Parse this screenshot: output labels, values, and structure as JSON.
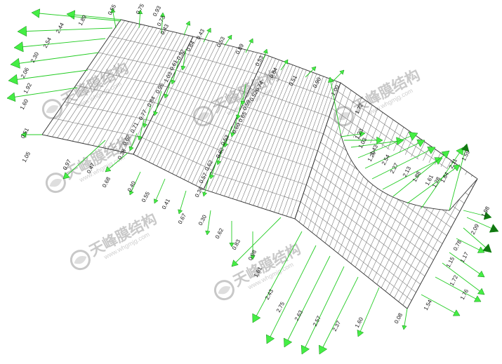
{
  "colors": {
    "background": "#ffffff",
    "mesh_line": "#333333",
    "mesh_grid": "#7a7a7a",
    "reaction_arrow": "#22cc22",
    "arrow_head_light": "#44ee44",
    "arrow_head_dark": "#117711",
    "label_text": "#111111",
    "watermark": "#c8c8c8"
  },
  "watermark": {
    "title": "天峰膜结构",
    "url": "www.whgmjg.com",
    "logo_icon": "globe-icon"
  },
  "force_labels": [
    "1.89",
    "0.55",
    "0.75",
    "0.93",
    "0.73",
    "0.43",
    "0.43",
    "0.53",
    "0.89",
    "0.53",
    "2.44",
    "2.54",
    "2.30",
    "2.06",
    "1.92",
    "1.60",
    "0.51",
    "1.05",
    "0.97",
    "0.47",
    "0.68",
    "0.40",
    "0.55",
    "0.41",
    "0.67",
    "0.36",
    "0.30",
    "0.62",
    "0.83",
    "0.84",
    "0.52",
    "0.61",
    "1.03",
    "0.96",
    "0.84",
    "0.77",
    "0.71",
    "0.62",
    "0.38",
    "0.84",
    "0.74",
    "0.52",
    "0.59",
    "0.65",
    "0.60",
    "0.53",
    "0.62",
    "0.62",
    "0.57",
    "0.51",
    "0.90",
    "1.00",
    "1.72",
    "1.23",
    "1.03",
    "1.43",
    "1.29",
    "2.54",
    "2.27",
    "2.13",
    "1.88",
    "1.61",
    "1.28",
    "1.84",
    "2.11",
    "1.59",
    "1.98",
    "2.09",
    "0.78",
    "1.17",
    "1.15",
    "1.72",
    "1.76",
    "1.54",
    "0.08",
    "1.61",
    "2.43",
    "2.75",
    "2.63",
    "2.57",
    "2.37",
    "1.60",
    "0.98"
  ]
}
